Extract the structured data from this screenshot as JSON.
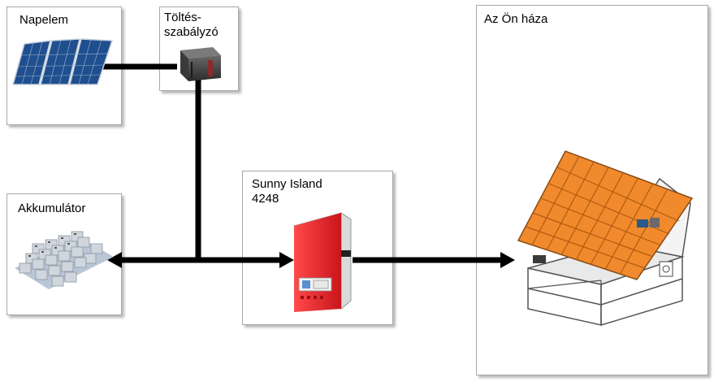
{
  "boxes": {
    "solar_panel": {
      "label": "Napelem"
    },
    "charge_controller": {
      "label": "Töltés-\nszabályzó"
    },
    "battery": {
      "label": "Akkumulátor"
    },
    "inverter": {
      "label": "Sunny Island\n4248"
    },
    "house": {
      "label": "Az Ön háza"
    }
  },
  "colors": {
    "panel_blue": "#1f4f8f",
    "inverter_red": "#e0242a",
    "roof_orange": "#f08a2c",
    "connector": "#000000",
    "box_border": "#a8a8a8"
  }
}
